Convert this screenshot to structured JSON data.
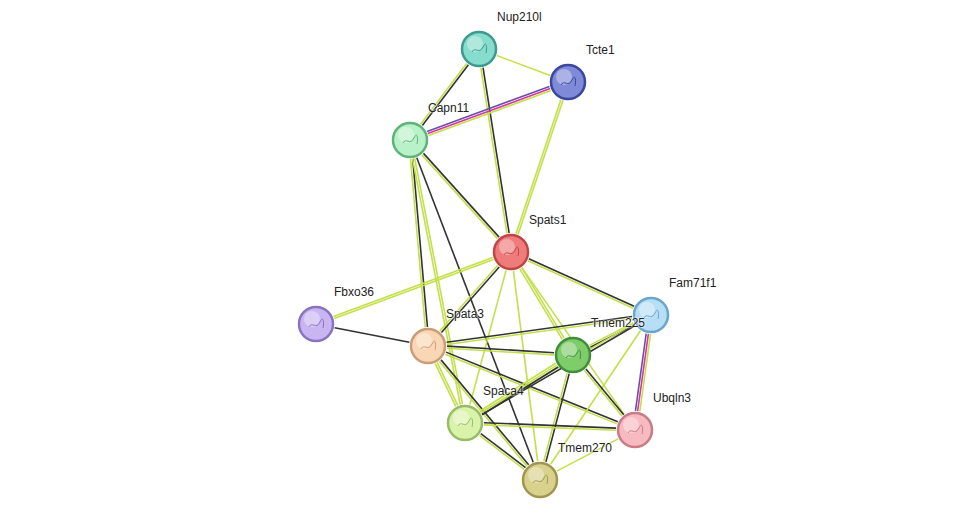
{
  "diagram": {
    "nodes": [
      {
        "text": [
          "Nup210l"
        ]
      },
      {
        "text": [
          "Tcte1"
        ]
      },
      {
        "text": [
          "Capn11"
        ]
      },
      {
        "text": [
          "Spats1"
        ]
      },
      {
        "text": [
          "Fam71f1"
        ]
      },
      {
        "text": [
          "Fbxo36"
        ]
      },
      {
        "text": [
          "Spata3"
        ]
      },
      {
        "text": [
          "Tmem225"
        ]
      },
      {
        "text": [
          "Spaca4"
        ]
      },
      {
        "text": [
          "Ubqln3"
        ]
      },
      {
        "text": [
          "Tmem270"
        ]
      }
    ],
    "edges": [
      {
        "from": 0,
        "to": 1,
        "arrow": "none"
      },
      {
        "from": 0,
        "to": 2,
        "arrow": "none"
      },
      {
        "from": 0,
        "to": 3,
        "arrow": "none"
      },
      {
        "from": 1,
        "to": 2,
        "arrow": "none"
      },
      {
        "from": 1,
        "to": 3,
        "arrow": "none"
      },
      {
        "from": 2,
        "to": 3,
        "arrow": "none"
      },
      {
        "from": 2,
        "to": 6,
        "arrow": "none"
      },
      {
        "from": 2,
        "to": 8,
        "arrow": "none"
      },
      {
        "from": 2,
        "to": 10,
        "arrow": "none"
      },
      {
        "from": 3,
        "to": 5,
        "arrow": "none"
      },
      {
        "from": 3,
        "to": 6,
        "arrow": "none"
      },
      {
        "from": 3,
        "to": 4,
        "arrow": "none"
      },
      {
        "from": 3,
        "to": 7,
        "arrow": "none"
      },
      {
        "from": 3,
        "to": 8,
        "arrow": "none"
      },
      {
        "from": 3,
        "to": 10,
        "arrow": "none"
      },
      {
        "from": 3,
        "to": 9,
        "arrow": "none"
      },
      {
        "from": 5,
        "to": 6,
        "arrow": "none"
      },
      {
        "from": 6,
        "to": 4,
        "arrow": "none"
      },
      {
        "from": 6,
        "to": 7,
        "arrow": "none"
      },
      {
        "from": 6,
        "to": 8,
        "arrow": "none"
      },
      {
        "from": 6,
        "to": 9,
        "arrow": "none"
      },
      {
        "from": 6,
        "to": 10,
        "arrow": "none"
      },
      {
        "from": 4,
        "to": 7,
        "arrow": "none"
      },
      {
        "from": 4,
        "to": 9,
        "arrow": "none"
      },
      {
        "from": 4,
        "to": 8,
        "arrow": "none"
      },
      {
        "from": 4,
        "to": 10,
        "arrow": "none"
      },
      {
        "from": 7,
        "to": 8,
        "arrow": "none"
      },
      {
        "from": 7,
        "to": 9,
        "arrow": "none"
      },
      {
        "from": 7,
        "to": 10,
        "arrow": "none"
      },
      {
        "from": 8,
        "to": 9,
        "arrow": "none"
      },
      {
        "from": 8,
        "to": 10,
        "arrow": "none"
      },
      {
        "from": 9,
        "to": 10,
        "arrow": "none"
      }
    ]
  }
}
